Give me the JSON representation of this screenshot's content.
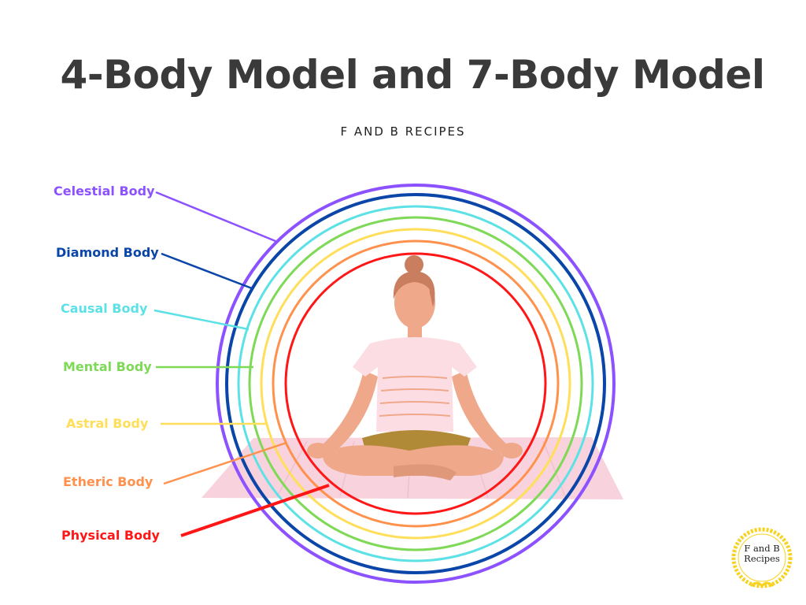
{
  "title": "4-Body Model and 7-Body Model",
  "subtitle": "F AND B RECIPES",
  "bodies": [
    {
      "label": "Celestial Body",
      "color": "#8c52ff"
    },
    {
      "label": "Diamond Body",
      "color": "#0a45a8"
    },
    {
      "label": "Causal Body",
      "color": "#5ce1e6"
    },
    {
      "label": "Mental Body",
      "color": "#7ed957"
    },
    {
      "label": "Astral Body",
      "color": "#ffde59"
    },
    {
      "label": "Etheric Body",
      "color": "#ff914d"
    },
    {
      "label": "Physical Body",
      "color": "#ff1616"
    }
  ],
  "logo": {
    "line1": "F and B",
    "line2": "Recipes",
    "ring_color": "#f7d21e"
  }
}
